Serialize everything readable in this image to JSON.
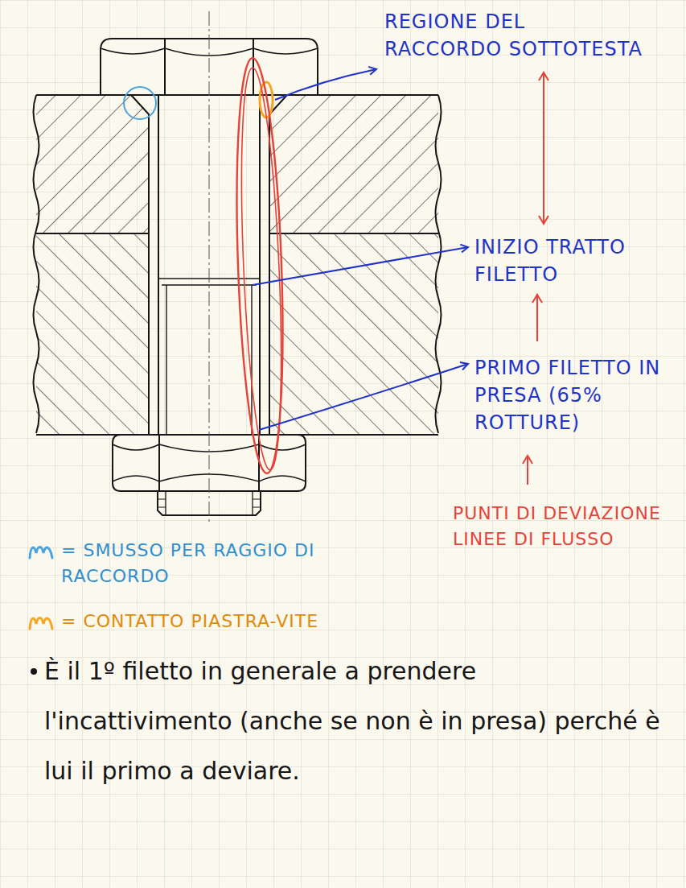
{
  "diagram": {
    "labels": [
      "REGIONE DEL RACCORDO SOTTOTESTA",
      "INIZIO TRATTO FILETTO",
      "PRIMO FILETTO IN PRESA (65% ROTTURE)",
      "PUNTI DI DEVIAZIONE LINEE DI FLUSSO",
      "È il 1º filetto in generale a prendere l'incattivimento (anche se non è in presa) perché è lui il primo a deviare."
    ],
    "legend": [
      {
        "text": "= SMUSSO PER RAGGIO DI RACCORDO",
        "color": "#4aa3df"
      },
      {
        "text": "= CONTATTO PIASTRA-VITE",
        "color": "#f5a623"
      }
    ]
  }
}
